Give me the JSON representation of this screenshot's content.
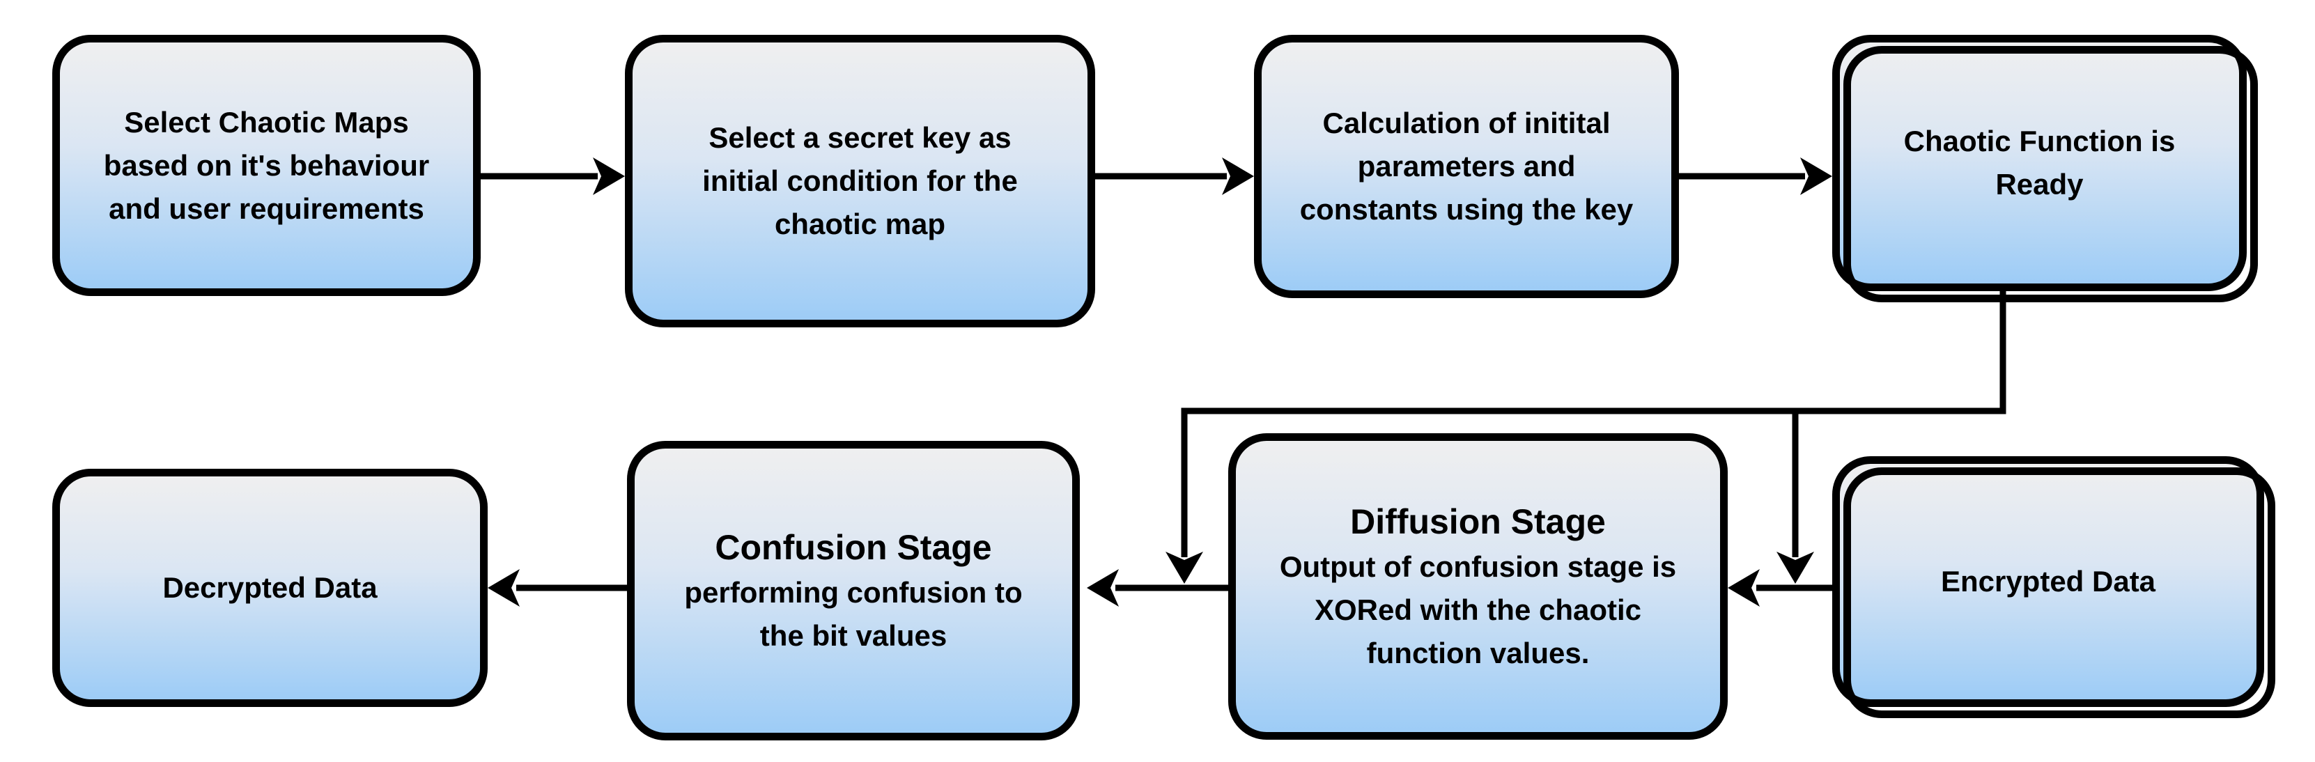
{
  "diagram": {
    "description": "Flowchart of a chaotic-map based decryption process",
    "colors": {
      "background": "#ffffff",
      "box_border": "#000000",
      "box_gradient_top": "#efeff0",
      "box_gradient_mid": "#dbe6f3",
      "box_gradient_bottom": "#9dccf6",
      "connector": "#000000",
      "text": "#000000"
    },
    "boxes": [
      {
        "id": "select-chaotic-maps",
        "lines": [
          "Select Chaotic Maps",
          "based on it's behaviour",
          "and user requirements"
        ]
      },
      {
        "id": "select-secret-key",
        "lines": [
          "Select a secret key as",
          "initial condition for the",
          "chaotic map"
        ]
      },
      {
        "id": "calculate-parameters",
        "lines": [
          "Calculation of initital",
          "parameters and",
          "constants using the key"
        ]
      },
      {
        "id": "chaotic-function-ready",
        "lines": [
          "Chaotic Function is",
          "Ready"
        ]
      },
      {
        "id": "encrypted-data",
        "lines": [
          "Encrypted Data"
        ]
      },
      {
        "id": "diffusion-stage",
        "title": "Diffusion Stage",
        "lines": [
          "Output of confusion stage is",
          "XORed with the chaotic",
          "function values."
        ]
      },
      {
        "id": "confusion-stage",
        "title": "Confusion Stage",
        "lines": [
          "performing confusion to",
          "the bit values"
        ]
      },
      {
        "id": "decrypted-data",
        "lines": [
          "Decrypted Data"
        ]
      }
    ],
    "edges": [
      {
        "from": "select-chaotic-maps",
        "to": "select-secret-key"
      },
      {
        "from": "select-secret-key",
        "to": "calculate-parameters"
      },
      {
        "from": "calculate-parameters",
        "to": "chaotic-function-ready"
      },
      {
        "from": "chaotic-function-ready",
        "to": "diffusion-stage-input-junction"
      },
      {
        "from": "chaotic-function-ready",
        "to": "confusion-stage-input-junction"
      },
      {
        "from": "encrypted-data",
        "to": "diffusion-stage"
      },
      {
        "from": "diffusion-stage",
        "to": "confusion-stage"
      },
      {
        "from": "confusion-stage",
        "to": "decrypted-data"
      }
    ]
  }
}
